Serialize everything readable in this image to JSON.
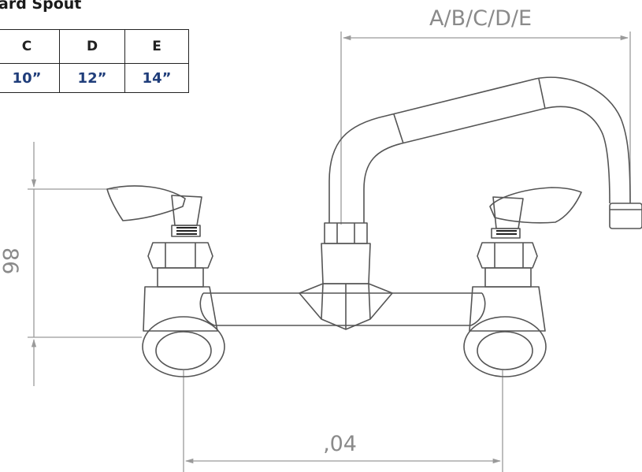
{
  "heading": "ard Spout",
  "spec_table": {
    "headers": [
      "C",
      "D",
      "E"
    ],
    "values": [
      "10”",
      "12”",
      "14”"
    ]
  },
  "dimensions": {
    "spout_reach": "A/B/C/D/E",
    "center_spacing": "‚04",
    "height": "86"
  },
  "colors": {
    "table_values": "#1f3d7a",
    "line_drawing": "#555555",
    "dimension_lines": "#9a9a9a"
  }
}
